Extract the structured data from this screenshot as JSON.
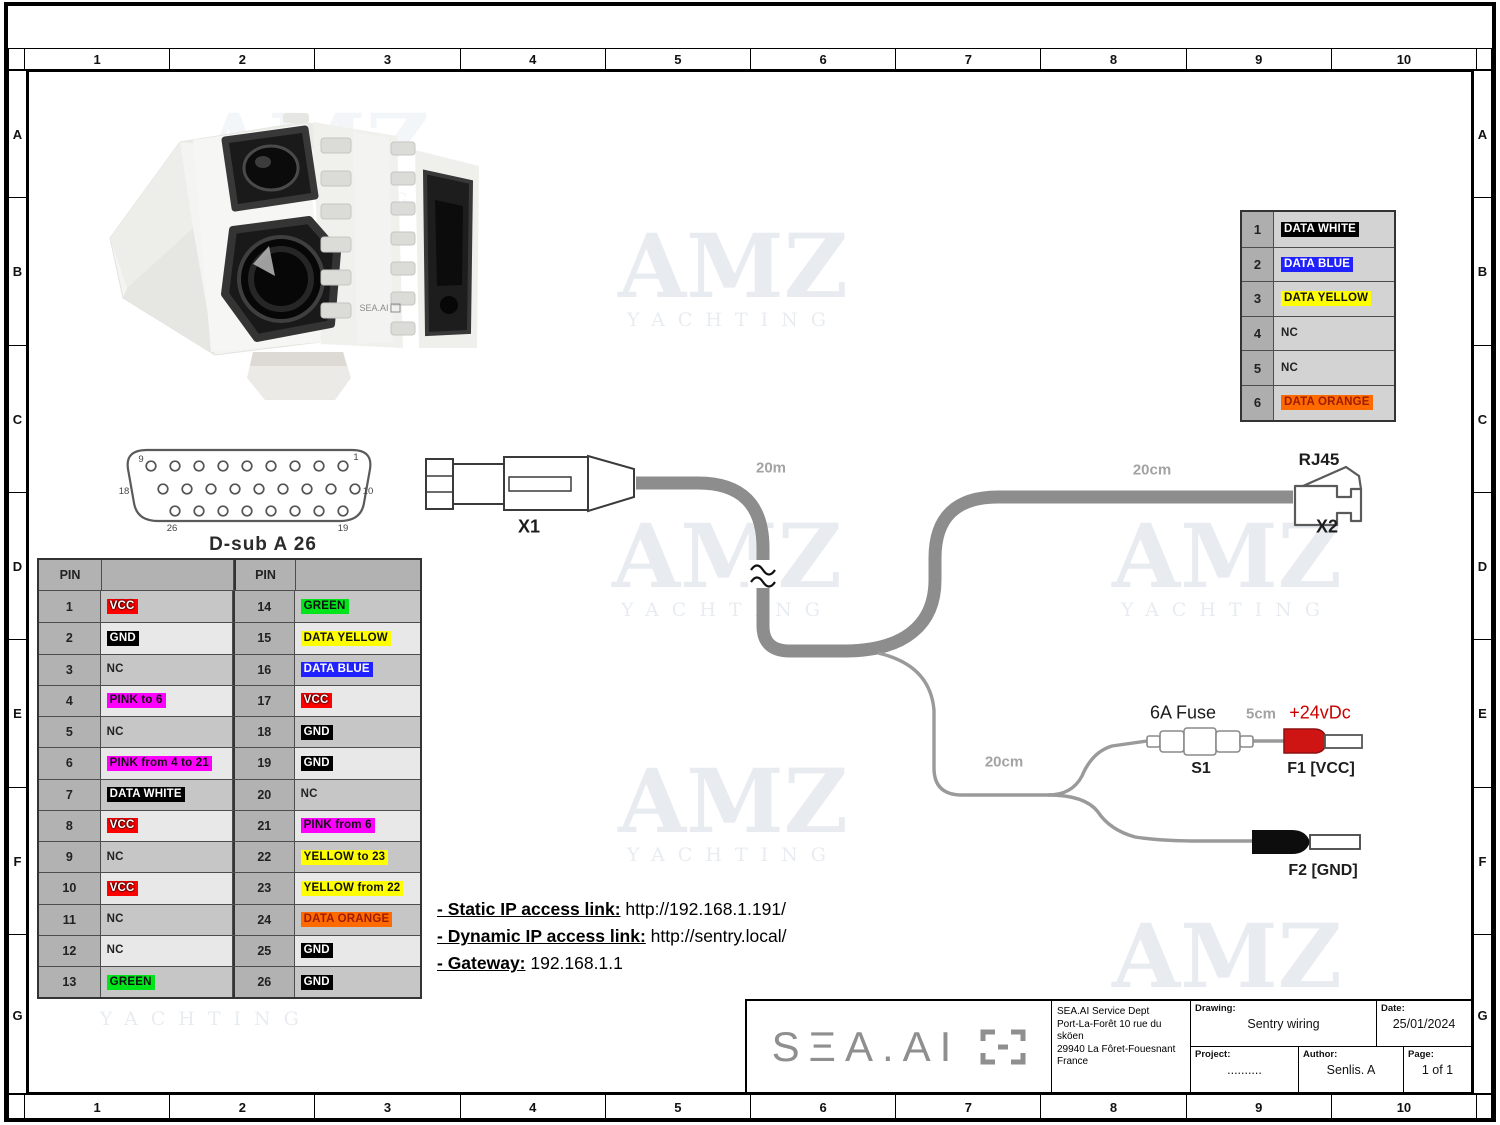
{
  "grid": {
    "columns": [
      "1",
      "2",
      "3",
      "4",
      "5",
      "6",
      "7",
      "8",
      "9",
      "10"
    ],
    "rows": [
      "A",
      "B",
      "C",
      "D",
      "E",
      "F",
      "G"
    ]
  },
  "camera": {
    "device_marking": "SEA.AI"
  },
  "rj45_table": {
    "rows": [
      {
        "pin": "1",
        "label": "DATA WHITE",
        "style": "black"
      },
      {
        "pin": "2",
        "label": "DATA BLUE",
        "style": "blue"
      },
      {
        "pin": "3",
        "label": "DATA YELLOW",
        "style": "yellow"
      },
      {
        "pin": "4",
        "label": "NC",
        "style": "none"
      },
      {
        "pin": "5",
        "label": "NC",
        "style": "none"
      },
      {
        "pin": "6",
        "label": "DATA ORANGE",
        "style": "orange"
      }
    ]
  },
  "dsub": {
    "caption": "D-sub A 26",
    "corner_labels": {
      "top_left": "9",
      "top_right": "1",
      "mid_left": "18",
      "mid_right": "10",
      "bottom_left": "26",
      "bottom_right": "19"
    }
  },
  "pin_table": {
    "header": "PIN",
    "left": [
      {
        "pin": "1",
        "label": "VCC",
        "style": "vcc"
      },
      {
        "pin": "2",
        "label": "GND",
        "style": "gnd"
      },
      {
        "pin": "3",
        "label": "NC",
        "style": "none"
      },
      {
        "pin": "4",
        "label": "PINK to 6",
        "style": "pink"
      },
      {
        "pin": "5",
        "label": "NC",
        "style": "none"
      },
      {
        "pin": "6",
        "label": "PINK from 4 to 21",
        "style": "pink"
      },
      {
        "pin": "7",
        "label": "DATA WHITE",
        "style": "black"
      },
      {
        "pin": "8",
        "label": "VCC",
        "style": "vcc"
      },
      {
        "pin": "9",
        "label": "NC",
        "style": "none"
      },
      {
        "pin": "10",
        "label": "VCC",
        "style": "vcc"
      },
      {
        "pin": "11",
        "label": "NC",
        "style": "none"
      },
      {
        "pin": "12",
        "label": "NC",
        "style": "none"
      },
      {
        "pin": "13",
        "label": "GREEN",
        "style": "green"
      }
    ],
    "right": [
      {
        "pin": "14",
        "label": "GREEN",
        "style": "green"
      },
      {
        "pin": "15",
        "label": "DATA YELLOW",
        "style": "yellow"
      },
      {
        "pin": "16",
        "label": "DATA BLUE",
        "style": "blue"
      },
      {
        "pin": "17",
        "label": "VCC",
        "style": "vcc"
      },
      {
        "pin": "18",
        "label": "GND",
        "style": "gnd"
      },
      {
        "pin": "19",
        "label": "GND",
        "style": "gnd"
      },
      {
        "pin": "20",
        "label": "NC",
        "style": "none"
      },
      {
        "pin": "21",
        "label": "PINK from 6",
        "style": "pink"
      },
      {
        "pin": "22",
        "label": "YELLOW to 23",
        "style": "yellow"
      },
      {
        "pin": "23",
        "label": "YELLOW from 22",
        "style": "yellow"
      },
      {
        "pin": "24",
        "label": "DATA ORANGE",
        "style": "orange"
      },
      {
        "pin": "25",
        "label": "GND",
        "style": "gnd"
      },
      {
        "pin": "26",
        "label": "GND",
        "style": "gnd"
      }
    ]
  },
  "cable": {
    "x1": "X1",
    "x2": "X2",
    "rj45": "RJ45",
    "len_main": "20m",
    "len_top": "20cm",
    "len_bottom": "20cm",
    "len_fuse": "5cm",
    "fuse": "6A Fuse",
    "voltage": "+24vDc",
    "s1": "S1",
    "f1": "F1 [VCC]",
    "f2": "F2 [GND]"
  },
  "network": {
    "static_label": "- Static IP access link:",
    "static_value": " http://192.168.1.191/",
    "dynamic_label": "- Dynamic IP access link:",
    "dynamic_value": " http://sentry.local/",
    "gateway_label": "- Gateway:",
    "gateway_value": " 192.168.1.1"
  },
  "title_block": {
    "logo": "SΞA.AI",
    "company": [
      "SEA.AI Service Dept",
      "Port-La-Forêt 10 rue du sköen",
      "29940 La Fôret-Fouesnant",
      "France"
    ],
    "drawing_label": "Drawing:",
    "drawing": "Sentry wiring",
    "date_label": "Date:",
    "date": "25/01/2024",
    "project_label": "Project:",
    "project": "..........",
    "author_label": "Author:",
    "author": "Senlis. A",
    "page_label": "Page:",
    "page": "1 of 1"
  },
  "watermark": {
    "text": "AMZ",
    "subtext": "YACHTING"
  },
  "colors": {
    "vcc_red": "#ff0000",
    "gnd_black": "#000000",
    "pink": "#ff00ff",
    "green": "#00e41c",
    "yellow": "#ffff00",
    "blue": "#2121ff",
    "orange": "#ff6a00",
    "cable_gray": "#8d8d8d",
    "voltage_red": "#cc0000"
  }
}
